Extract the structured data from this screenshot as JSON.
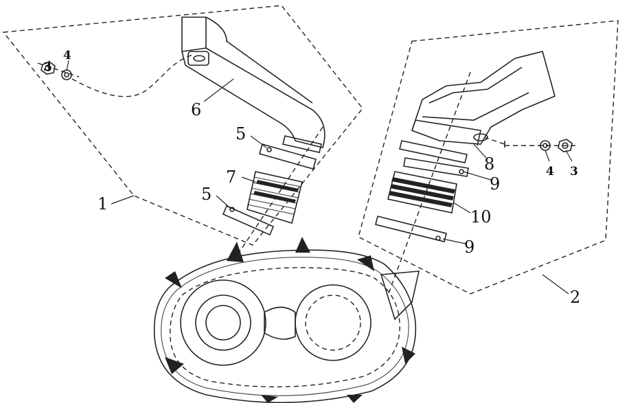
{
  "diagram": {
    "callouts": {
      "assembly_left": "1",
      "assembly_right": "2",
      "nut_left": "3",
      "washer_left": "4",
      "nut_right": "3",
      "washer_right": "4",
      "clamp_upper_left": "5",
      "clamp_lower_left": "5",
      "intake_duct": "6",
      "boot_left": "7",
      "exhaust_duct": "8",
      "clamp_upper_right": "9",
      "clamp_lower_right": "9",
      "boot_right": "10"
    }
  }
}
